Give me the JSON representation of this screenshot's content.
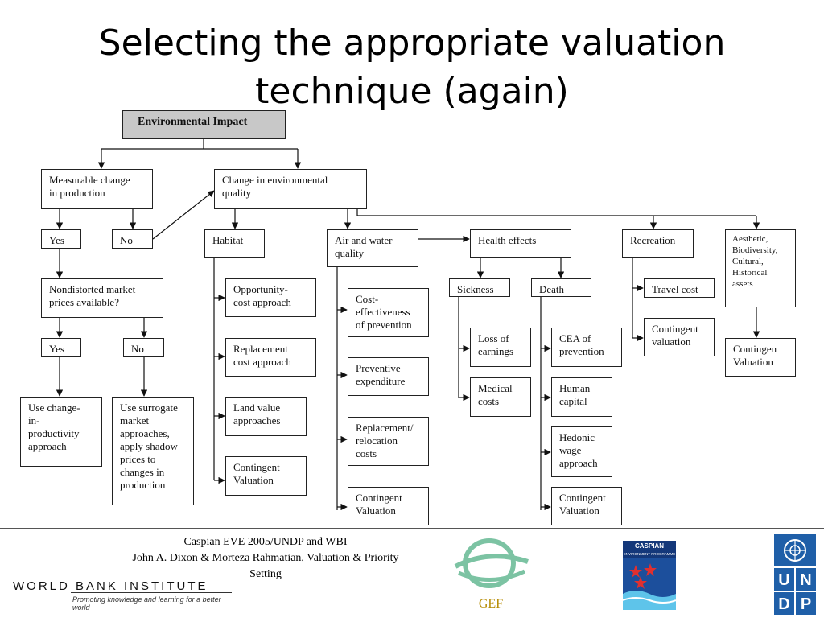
{
  "title": {
    "line1": "Selecting the appropriate valuation",
    "line2": "technique (again)"
  },
  "diagram": {
    "root": "Environmental Impact",
    "measurable_change": "Measurable change\nin production",
    "env_quality": "Change in environmental\nquality",
    "yes_1": "Yes",
    "no_1": "No",
    "nondistorted": "Nondistorted market\nprices available?",
    "yes_2": "Yes",
    "no_2": "No",
    "use_change": "Use change-\nin-\nproductivity\napproach",
    "use_surrogate": "Use surrogate\nmarket\napproaches,\napply shadow\nprices to\nchanges in\nproduction",
    "habitat": "Habitat",
    "opportunity_cost": "Opportunity-\ncost approach",
    "replacement_cost": "Replacement\ncost approach",
    "land_value": "Land value\napproaches",
    "contingent_habitat": "Contingent\nValuation",
    "air_water": "Air and water\nquality",
    "cost_effectiveness": "Cost-\neffectiveness\nof prevention",
    "preventive": "Preventive\nexpenditure",
    "replacement_relocation": "Replacement/\nrelocation\ncosts",
    "contingent_air": "Contingent\nValuation",
    "health": "Health effects",
    "sickness": "Sickness",
    "death": "Death",
    "loss_earnings": "Loss of\nearnings",
    "medical": "Medical\ncosts",
    "cea": "CEA of\nprevention",
    "human_capital": "Human\ncapital",
    "hedonic": "Hedonic\nwage\napproach",
    "contingent_death": "Contingent\nValuation",
    "recreation": "Recreation",
    "travel_cost": "Travel cost",
    "contingent_recreation": "Contingent\nvaluation",
    "aesthetic": "Aesthetic,\nBiodiversity,\nCultural,\nHistorical\nassets",
    "contingen_valuation": "Contingen\nValuation"
  },
  "footer": {
    "line1": "Caspian EVE 2005/UNDP and WBI",
    "line2": "John A. Dixon & Morteza Rahmatian, Valuation & Priority",
    "line3": "Setting",
    "wbi_name": "WORLD BANK INSTITUTE",
    "wbi_tagline": "Promoting knowledge and learning for a better world",
    "gef_label": "GEF",
    "caspian_text": "CASPIAN ENVIRONMENT PROGRAMME",
    "undp_letters": [
      "U",
      "N",
      "D",
      "P"
    ]
  },
  "colors": {
    "head_fill": "#c8c8c8",
    "gef_gold": "#b58a00",
    "gef_green": "#7cc3a3",
    "undp_blue": "#1f5fa8"
  }
}
